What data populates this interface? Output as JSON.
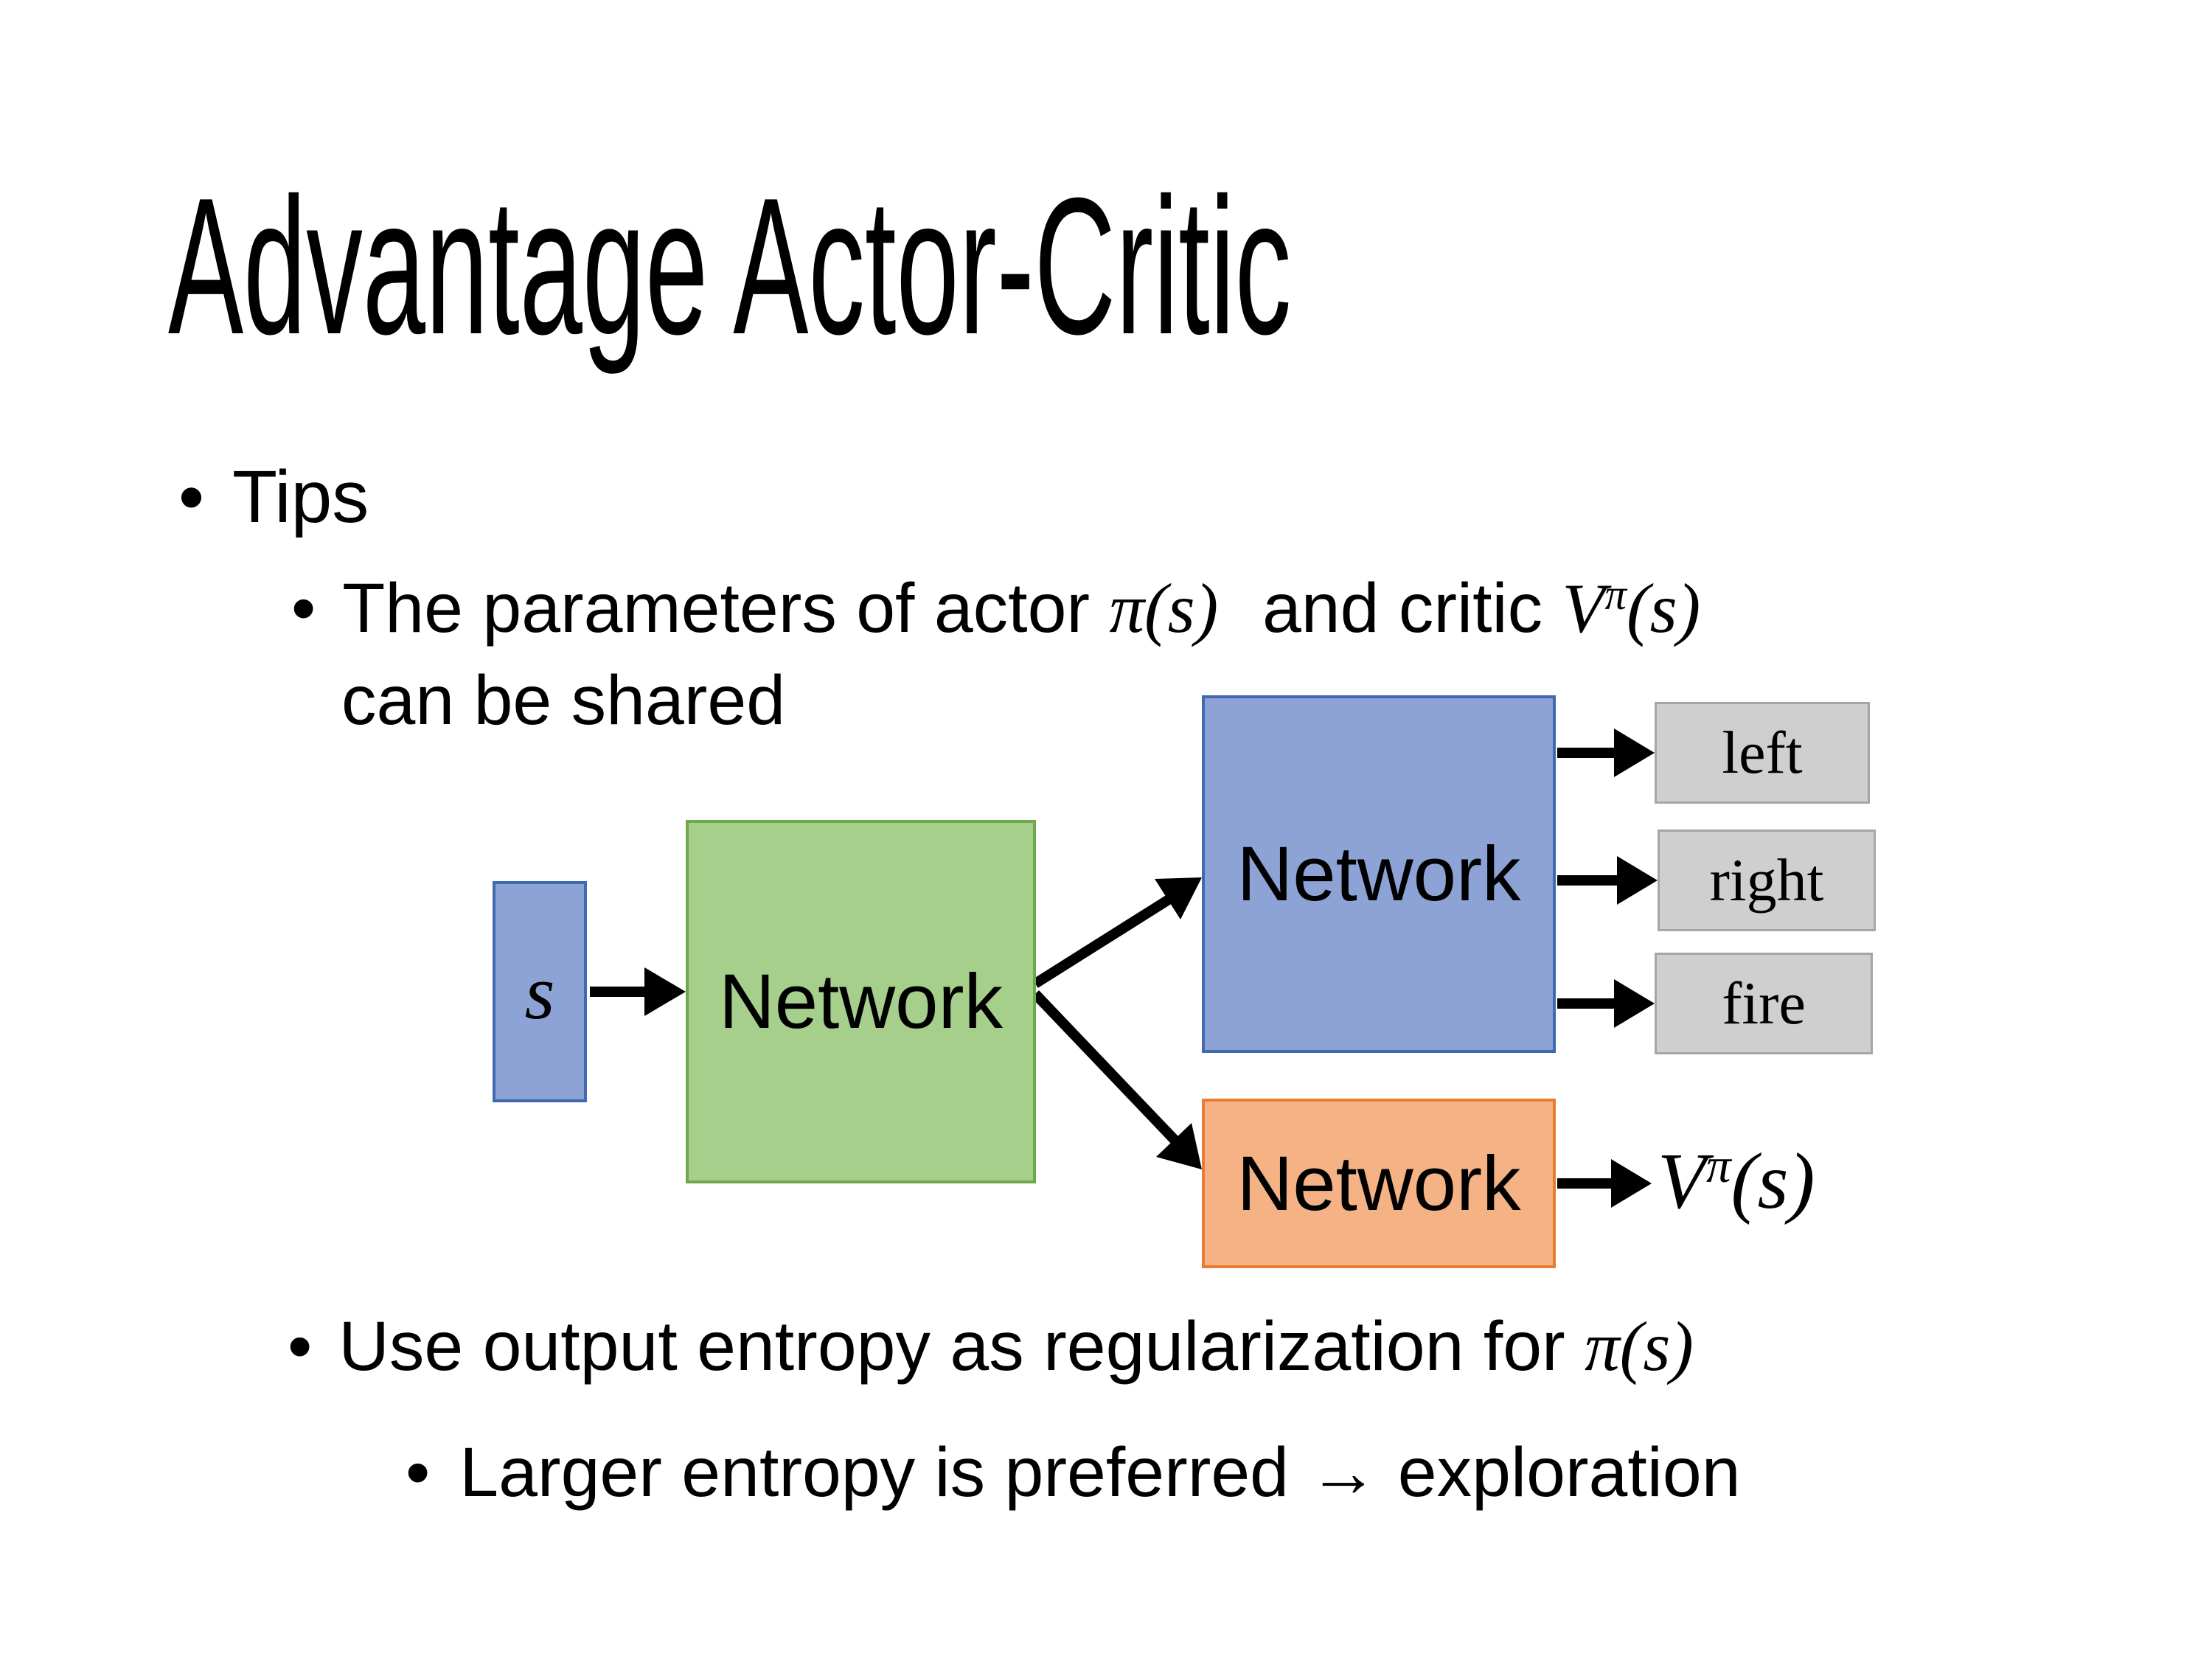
{
  "colors": {
    "background": "#ffffff",
    "text": "#000000",
    "blue_fill": "#8da3d6",
    "blue_border": "#4169b1",
    "green_fill": "#a6cf8c",
    "green_border": "#6fa84f",
    "orange_fill": "#f5b285",
    "orange_border": "#e87d31",
    "gray_fill": "#cfcfcf",
    "gray_border": "#a6a6a6",
    "arrow": "#000000"
  },
  "title": "Advantage Actor-Critic",
  "marker": "•",
  "bullets": {
    "tips": "Tips",
    "shared_prefix": "The parameters of actor ",
    "actor_math": "π(s)",
    "shared_mid": " and critic ",
    "critic_V": "V",
    "critic_sup": "π",
    "critic_args": "(s)",
    "shared_line2": "can be shared",
    "entropy_prefix": "Use output entropy as regularization for ",
    "entropy_math": "π(s)",
    "exploration": "Larger entropy is preferred → exploration"
  },
  "diagram": {
    "input_label": "s",
    "shared_network_label": "Network",
    "actor_network_label": "Network",
    "critic_network_label": "Network",
    "actions": [
      "left",
      "right",
      "fire"
    ],
    "value_V": "V",
    "value_sup": "π",
    "value_args": "(s)"
  }
}
